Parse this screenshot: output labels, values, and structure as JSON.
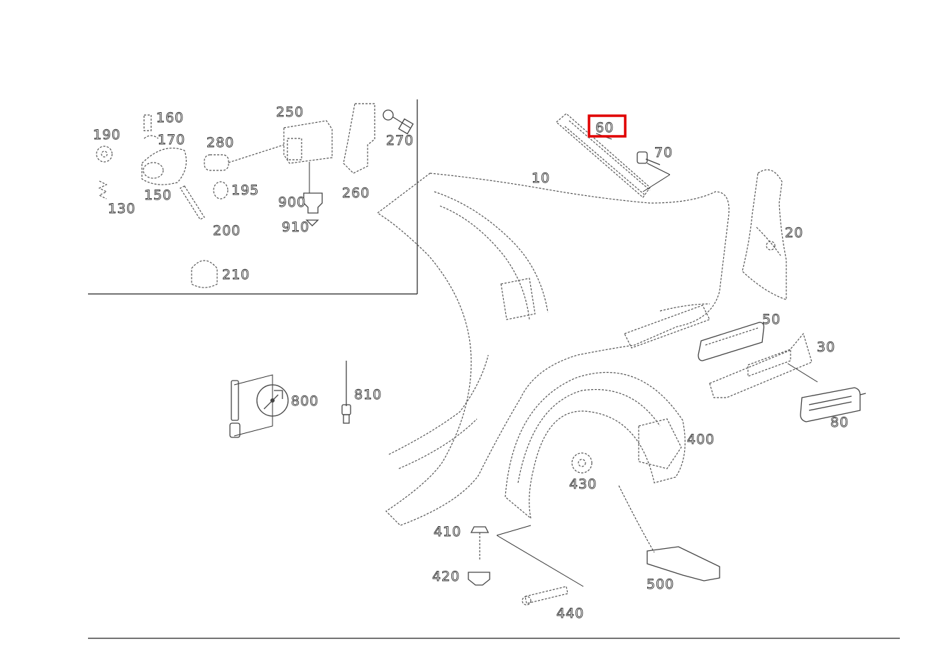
{
  "diagram": {
    "highlighted_part": "60",
    "highlight_color": "#e00000",
    "labels": {
      "p10": "10",
      "p20": "20",
      "p30": "30",
      "p50": "50",
      "p60": "60",
      "p70": "70",
      "p80": "80",
      "p130": "130",
      "p150": "150",
      "p160": "160",
      "p170": "170",
      "p190": "190",
      "p195": "195",
      "p200": "200",
      "p210": "210",
      "p250": "250",
      "p260": "260",
      "p270": "270",
      "p280": "280",
      "p400": "400",
      "p410": "410",
      "p420": "420",
      "p430": "430",
      "p440": "440",
      "p500": "500",
      "p800": "800",
      "p810": "810",
      "p900": "900",
      "p910": "910"
    }
  }
}
